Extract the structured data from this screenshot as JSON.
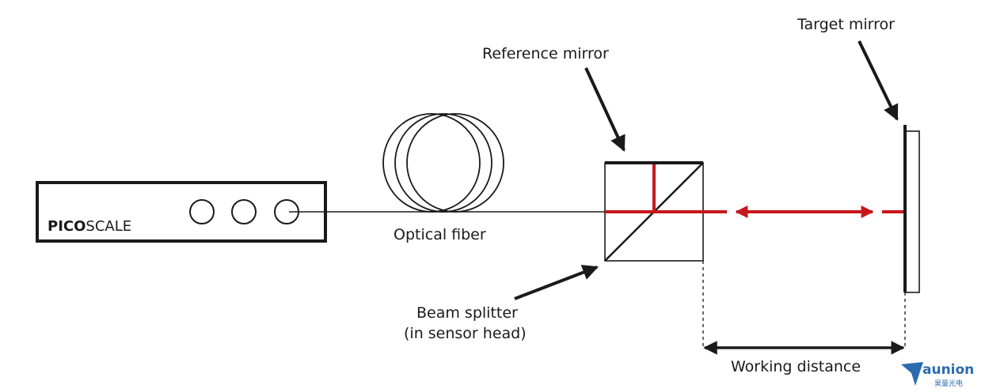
{
  "labels": {
    "target_mirror": "Target mirror",
    "reference_mirror": "Reference mirror",
    "optical_fiber": "Optical fiber",
    "beam_splitter_line1": "Beam splitter",
    "beam_splitter_line2": "(in sensor head)",
    "working_distance": "Working distance"
  },
  "device": {
    "brand_bold": "PICO",
    "brand_light": "SCALE",
    "port_count": 3
  },
  "logo": {
    "name": "aunion",
    "subtitle": "昊量光电"
  },
  "colors": {
    "beam": "#c8171c",
    "line": "#1a1a1a",
    "logo_blue": "#2b6cb0"
  }
}
